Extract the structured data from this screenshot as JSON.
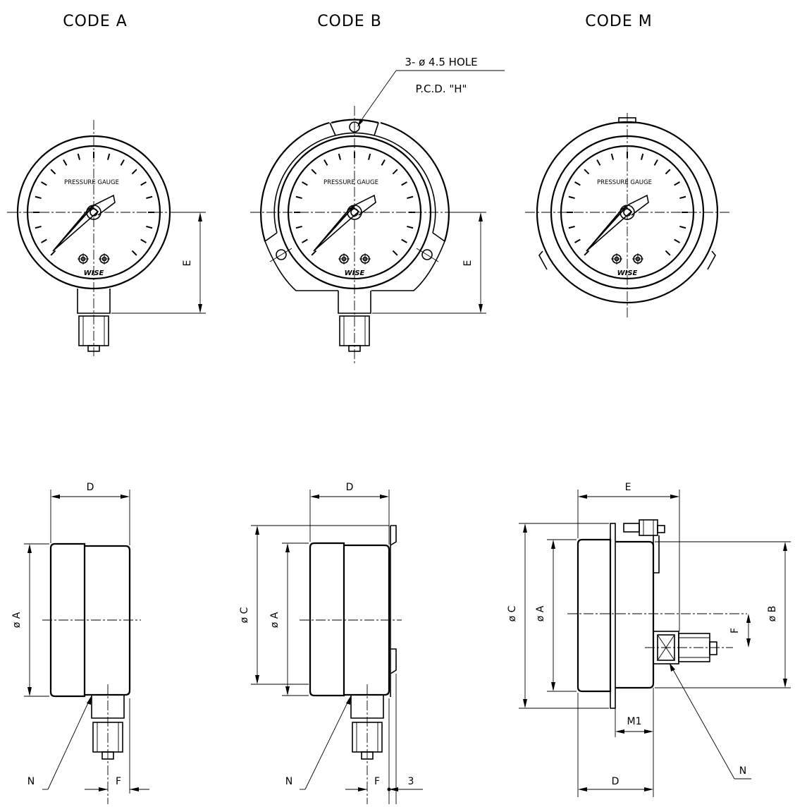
{
  "titles": {
    "code_a": "CODE A",
    "code_b": "CODE B",
    "code_m": "CODE M"
  },
  "gauge_face": {
    "label": "PRESSURE GAUGE",
    "brand": "WISE"
  },
  "callouts": {
    "hole": "3- ø 4.5 HOLE",
    "pcd": "P.C.D. \"H\""
  },
  "dimensions": {
    "dia_a": "ø A",
    "dia_b": "ø B",
    "dia_c": "ø C",
    "d": "D",
    "e": "E",
    "f": "F",
    "n": "N",
    "m1": "M1",
    "three": "3"
  }
}
